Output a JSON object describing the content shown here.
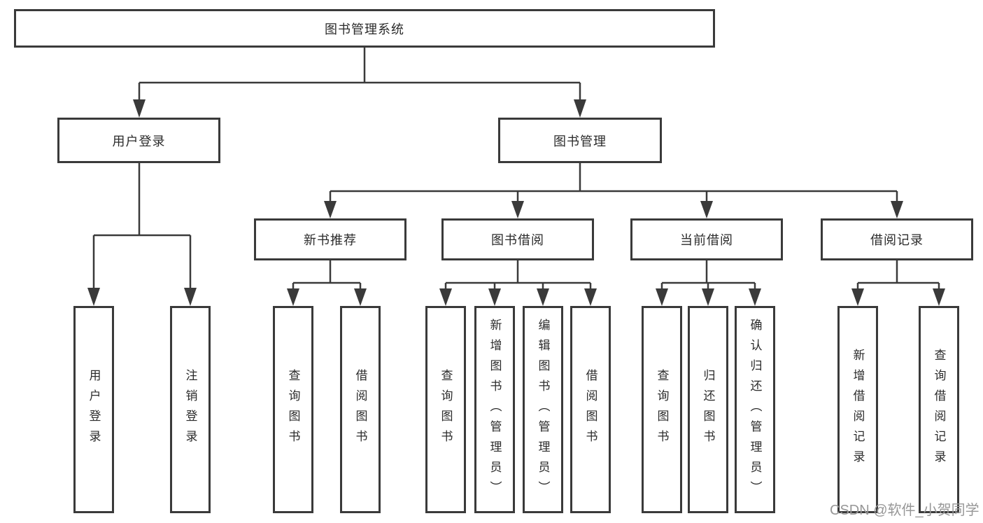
{
  "nodes": {
    "root": "图书管理系统",
    "userLogin": "用户登录",
    "bookManagement": "图书管理",
    "newBookRecommend": "新书推荐",
    "bookBorrow": "图书借阅",
    "currentBorrow": "当前借阅",
    "borrowRecords": "借阅记录",
    "leaf_userLogin": "用户登录",
    "leaf_logout": "注销登录",
    "leaf_nb_query": "查询图书",
    "leaf_nb_borrow": "借阅图书",
    "leaf_bb_query": "查询图书",
    "leaf_bb_add": "新增图书（管理员）",
    "leaf_bb_edit": "编辑图书（管理员）",
    "leaf_bb_borrow": "借阅图书",
    "leaf_cb_query": "查询图书",
    "leaf_cb_return": "归还图书",
    "leaf_cb_confirm": "确认归还（管理员）",
    "leaf_br_add": "新增借阅记录",
    "leaf_br_query": "查询借阅记录"
  },
  "watermark": "CSDN @软件_小贺同学",
  "colors": {
    "line": "#3a3a3a",
    "text": "#2b2b2b",
    "watermark": "#979797"
  }
}
